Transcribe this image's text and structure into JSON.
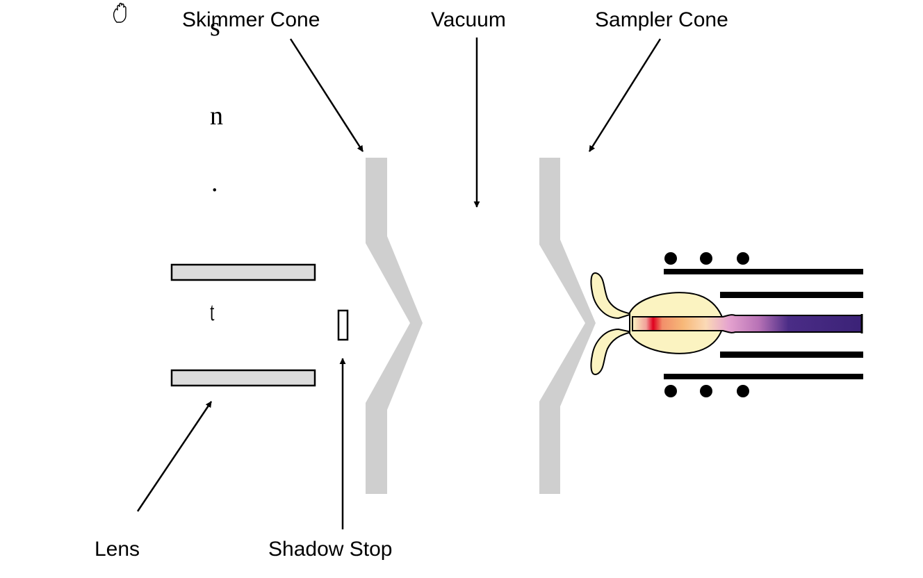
{
  "labels": {
    "skimmer_cone": "Skimmer Cone",
    "vacuum": "Vacuum",
    "sampler_cone": "Sampler Cone",
    "lens": "Lens",
    "shadow_stop": "Shadow Stop"
  },
  "edge_text": [
    "s",
    "n",
    ".",
    "t"
  ],
  "icons": {
    "cursor": "hand-icon"
  },
  "colors": {
    "cone": "#cfcfcf",
    "lens_fill": "#dcdcdc",
    "torch_cream": "#fbf3c1",
    "plasma_red": "#e0001e",
    "plasma_orange": "#f7b878",
    "plasma_pink": "#e5a3cf",
    "plasma_purple": "#3b2277"
  }
}
